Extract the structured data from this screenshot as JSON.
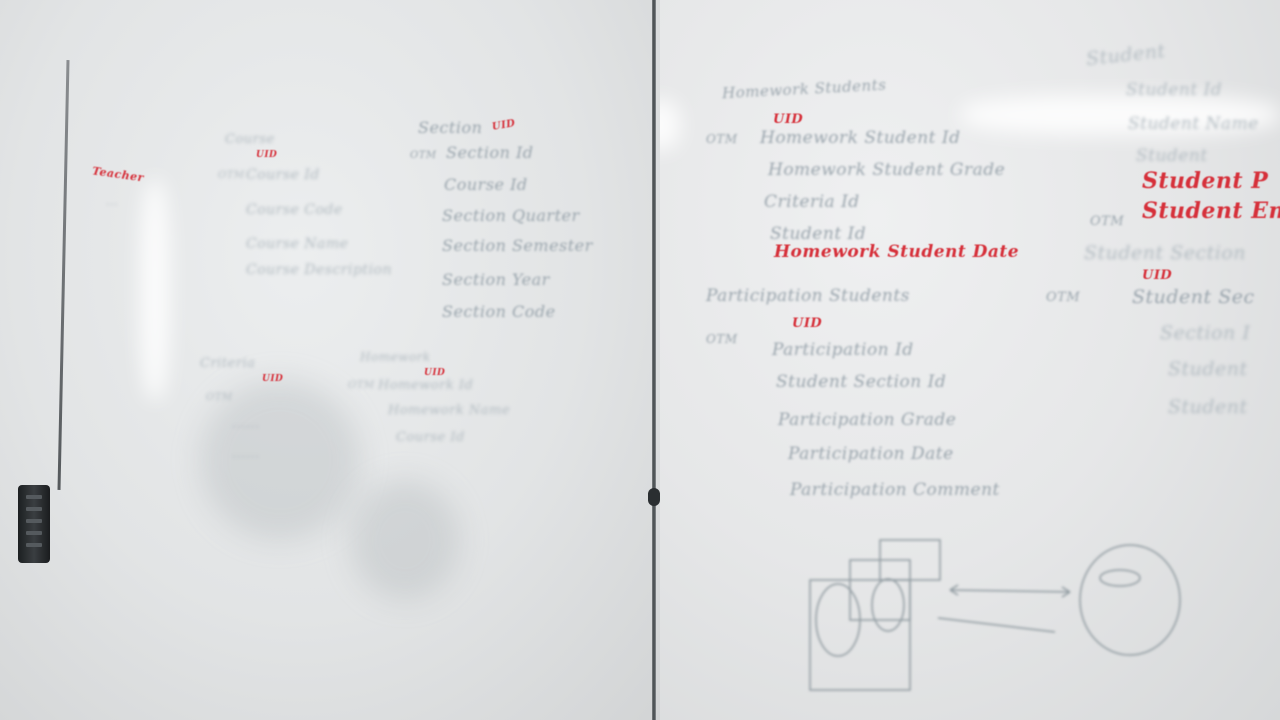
{
  "left_board": {
    "teacher": {
      "title": "Teacher"
    },
    "course": {
      "title": "Course",
      "uid": "UID",
      "fields": [
        "Course Id",
        "Course Code",
        "Course Name",
        "Course Description"
      ]
    },
    "section": {
      "title": "Section",
      "uid": "UID",
      "fields": [
        "Section Id",
        "Course Id",
        "Section Quarter",
        "Section Semester",
        "Section Year",
        "Section Code"
      ]
    },
    "criteria": {
      "title": "Criteria",
      "uid": "UID"
    },
    "homework": {
      "title": "Homework",
      "uid": "UID",
      "fields": [
        "Homework Id",
        "Homework Name",
        "Course Id"
      ]
    }
  },
  "right_board": {
    "homework_students": {
      "title": "Homework Students",
      "uid": "UID",
      "fields": [
        "Homework Student Id",
        "Homework Student Grade",
        "Criteria Id",
        "Student Id"
      ],
      "highlight": "Homework Student Date"
    },
    "participation_students": {
      "title": "Participation Students",
      "uid": "UID",
      "fields": [
        "Participation Id",
        "Student Section Id",
        "Participation Grade",
        "Participation Date",
        "Participation Comment"
      ]
    },
    "student": {
      "title": "Student",
      "fields": [
        "Student Id",
        "Student Name"
      ],
      "highlight_1": "Student P",
      "highlight_2": "Student Em"
    },
    "student_section": {
      "title": "Student Section",
      "uid": "UID",
      "fields": [
        "Student Sec",
        "Section I",
        "Student",
        "Student"
      ]
    },
    "otm": "OTM"
  }
}
